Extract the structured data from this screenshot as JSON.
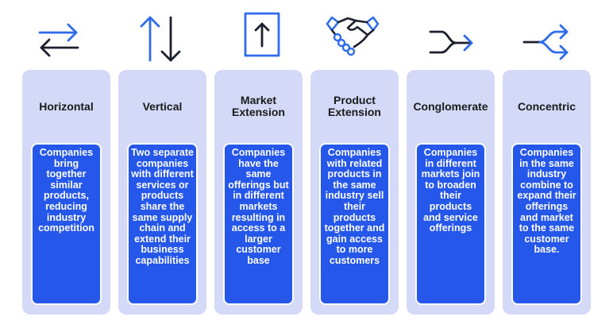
{
  "colors": {
    "card_bg": "#d3d9f7",
    "body_bg": "#2557ea",
    "icon_blue": "#2f6bec",
    "icon_dark": "#1c1f2e"
  },
  "cards": [
    {
      "icon": "horizontal-swap-arrows-icon",
      "title": "Horizontal",
      "description": "Companies bring together similar products, reducing industry competition"
    },
    {
      "icon": "vertical-swap-arrows-icon",
      "title": "Vertical",
      "description": "Two separate companies with different services or products share the same supply chain and extend their business capabilities"
    },
    {
      "icon": "arrow-up-box-icon",
      "title": "Market Extension",
      "description": "Companies have the same offerings but in different markets resulting in access to a larger customer base"
    },
    {
      "icon": "handshake-icon",
      "title": "Product Extension",
      "description": "Companies with related products in the same industry sell their products together and gain access to more customers"
    },
    {
      "icon": "merge-arrows-icon",
      "title": "Conglomerate",
      "description": "Companies in different markets join to broaden their products and service offerings"
    },
    {
      "icon": "split-arrows-icon",
      "title": "Concentric",
      "description": "Companies in the same industry combine to expand their offerings and market to the same customer base."
    }
  ]
}
